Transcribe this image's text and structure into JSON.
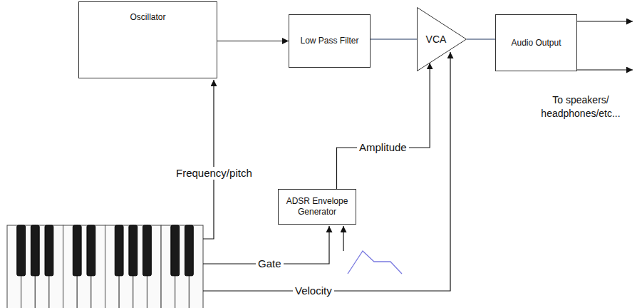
{
  "diagram": {
    "nodes": [
      {
        "text": [
          "Oscillator"
        ]
      },
      {
        "text": [
          "Low Pass Filter"
        ]
      },
      {
        "text": [
          "VCA"
        ]
      },
      {
        "text": [
          "Audio Output"
        ]
      },
      {
        "text": [
          "ADSR Envelope Generator"
        ]
      }
    ],
    "edges": [
      {
        "from": 0,
        "to": 1,
        "arrow": "to"
      },
      {
        "from": 1,
        "to": 2,
        "arrow": "none"
      },
      {
        "from": 2,
        "to": 3,
        "arrow": "none"
      },
      {
        "from": 4,
        "to": 2,
        "label": "Amplitude",
        "arrow": "to"
      }
    ],
    "labels": [
      "Frequency/pitch",
      "Gate",
      "Velocity",
      "To speakers/ headphones/etc..."
    ]
  }
}
